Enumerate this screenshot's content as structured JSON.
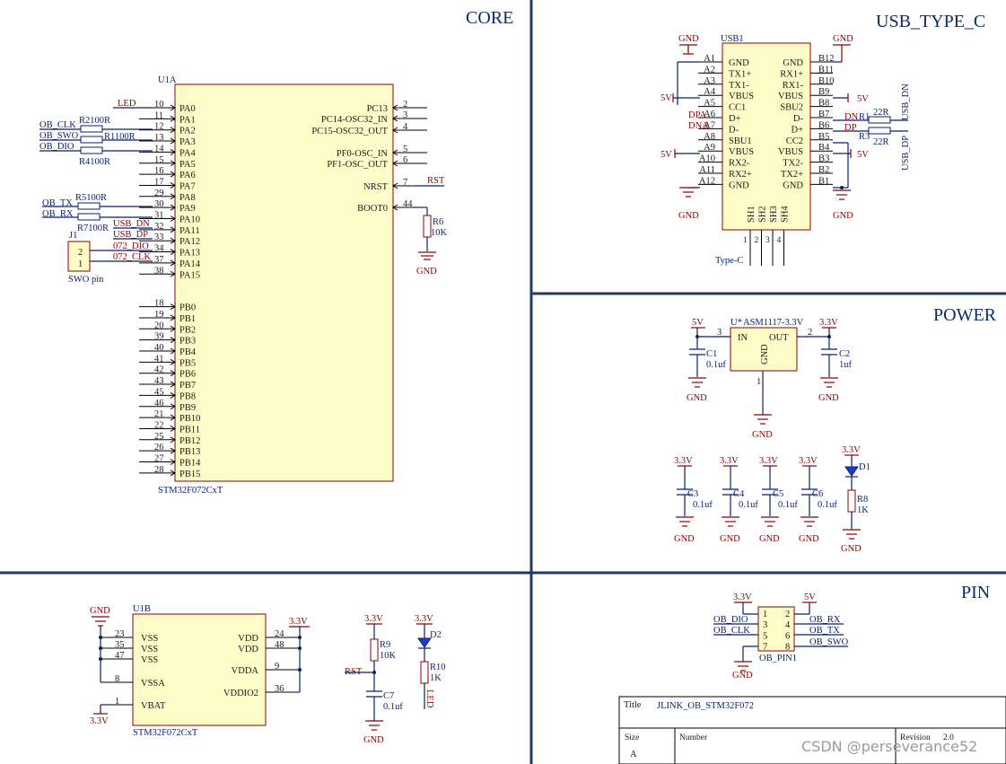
{
  "sections": {
    "core": "CORE",
    "usb": "USB_TYPE_C",
    "power": "POWER",
    "pin": "PIN"
  },
  "mcu_a": {
    "ref": "U1A",
    "part": "STM32F072CxT",
    "left_pins": [
      {
        "num": "10",
        "name": "PA0"
      },
      {
        "num": "11",
        "name": "PA1"
      },
      {
        "num": "12",
        "name": "PA2"
      },
      {
        "num": "13",
        "name": "PA3"
      },
      {
        "num": "14",
        "name": "PA4"
      },
      {
        "num": "15",
        "name": "PA5"
      },
      {
        "num": "16",
        "name": "PA6"
      },
      {
        "num": "17",
        "name": "PA7"
      },
      {
        "num": "29",
        "name": "PA8"
      },
      {
        "num": "30",
        "name": "PA9"
      },
      {
        "num": "31",
        "name": "PA10"
      },
      {
        "num": "32",
        "name": "PA11"
      },
      {
        "num": "33",
        "name": "PA12"
      },
      {
        "num": "34",
        "name": "PA13"
      },
      {
        "num": "37",
        "name": "PA14"
      },
      {
        "num": "38",
        "name": "PA15"
      },
      {
        "num": "18",
        "name": "PB0"
      },
      {
        "num": "19",
        "name": "PB1"
      },
      {
        "num": "20",
        "name": "PB2"
      },
      {
        "num": "39",
        "name": "PB3"
      },
      {
        "num": "40",
        "name": "PB4"
      },
      {
        "num": "41",
        "name": "PB5"
      },
      {
        "num": "42",
        "name": "PB6"
      },
      {
        "num": "43",
        "name": "PB7"
      },
      {
        "num": "45",
        "name": "PB8"
      },
      {
        "num": "46",
        "name": "PB9"
      },
      {
        "num": "21",
        "name": "PB10"
      },
      {
        "num": "22",
        "name": "PB11"
      },
      {
        "num": "25",
        "name": "PB12"
      },
      {
        "num": "26",
        "name": "PB13"
      },
      {
        "num": "27",
        "name": "PB14"
      },
      {
        "num": "28",
        "name": "PB15"
      }
    ],
    "right_pins": [
      {
        "num": "2",
        "name": "PC13"
      },
      {
        "num": "3",
        "name": "PC14-OSC32_IN"
      },
      {
        "num": "4",
        "name": "PC15-OSC32_OUT"
      },
      {
        "num": "5",
        "name": "PF0-OSC_IN"
      },
      {
        "num": "6",
        "name": "PF1-OSC_OUT"
      },
      {
        "num": "7",
        "name": "NRST"
      },
      {
        "num": "44",
        "name": "BOOT0"
      }
    ]
  },
  "core_nets": {
    "led": "LED",
    "ob_clk": "OB_CLK",
    "ob_swo": "OB_SWO",
    "ob_dio": "OB_DIO",
    "ob_tx": "OB_TX",
    "ob_rx": "OB_RX",
    "usb_dn": "USB_DN",
    "usb_dp": "USB_DP",
    "dio_072": "072_DIO",
    "clk_072": "072_CLK",
    "rst": "RST",
    "gnd": "GND"
  },
  "core_resistors": {
    "r2": "R2100R",
    "r1": "R1100R",
    "r4": "R4100R",
    "r5": "R5100R",
    "r7": "R7100R",
    "r6_ref": "R6",
    "r6_val": "10K"
  },
  "swo_header": {
    "ref": "J1",
    "pin2": "2",
    "pin1": "1",
    "label": "SWO pin"
  },
  "usb": {
    "ref": "USB1",
    "type": "Type-C",
    "left": [
      {
        "pin": "A1",
        "name": "GND"
      },
      {
        "pin": "A2",
        "name": "TX1+"
      },
      {
        "pin": "A3",
        "name": "TX1-"
      },
      {
        "pin": "A4",
        "name": "VBUS"
      },
      {
        "pin": "A5",
        "name": "CC1"
      },
      {
        "pin": "A6",
        "name": "D+"
      },
      {
        "pin": "A7",
        "name": "D-"
      },
      {
        "pin": "A8",
        "name": "SBU1"
      },
      {
        "pin": "A9",
        "name": "VBUS"
      },
      {
        "pin": "A10",
        "name": "RX2-"
      },
      {
        "pin": "A11",
        "name": "RX2+"
      },
      {
        "pin": "A12",
        "name": "GND"
      }
    ],
    "right": [
      {
        "pin": "B12",
        "name": "GND"
      },
      {
        "pin": "B11",
        "name": "RX1+"
      },
      {
        "pin": "B10",
        "name": "RX1-"
      },
      {
        "pin": "B9",
        "name": "VBUS"
      },
      {
        "pin": "B8",
        "name": "SBU2"
      },
      {
        "pin": "B7",
        "name": "D-"
      },
      {
        "pin": "B6",
        "name": "D+"
      },
      {
        "pin": "B5",
        "name": "CC2"
      },
      {
        "pin": "B4",
        "name": "VBUS"
      },
      {
        "pin": "B3",
        "name": "TX2-"
      },
      {
        "pin": "B2",
        "name": "TX2+"
      },
      {
        "pin": "B1",
        "name": "GND"
      }
    ],
    "shields": [
      "SH1",
      "SH2",
      "SH3",
      "SH4"
    ],
    "shield_nums": [
      "1",
      "2",
      "3",
      "4"
    ],
    "net_dpa": "DPA",
    "net_dna": "DNA",
    "net_dn": "DN",
    "net_dp": "DP",
    "r1": "R1",
    "r1_val": "22R",
    "r3": "R3",
    "r3_val": "22R",
    "usb_dn": "USB_DN",
    "usb_dp": "USB_DP",
    "v5": "5V",
    "gnd": "GND"
  },
  "power": {
    "reg_ref": "U*",
    "reg_part": "ASM1117-3.3V",
    "in": "IN",
    "out": "OUT",
    "gnd_pin": "GND",
    "pin3": "3",
    "pin2": "2",
    "pin1": "1",
    "v5": "5V",
    "v33": "3.3V",
    "gnd": "GND",
    "c1": "C1",
    "c1_val": "0.1uf",
    "c2": "C2",
    "c2_val": "1uf",
    "decoupling": [
      {
        "ref": "C3",
        "val": "0.1uf"
      },
      {
        "ref": "C4",
        "val": "0.1uf"
      },
      {
        "ref": "C5",
        "val": "0.1uf"
      },
      {
        "ref": "C6",
        "val": "0.1uf"
      }
    ],
    "d1": "D1",
    "r8": "R8",
    "r8_val": "1K"
  },
  "mcu_b": {
    "ref": "U1B",
    "part": "STM32F072CxT",
    "left": [
      {
        "num": "23",
        "name": "VSS"
      },
      {
        "num": "35",
        "name": "VSS"
      },
      {
        "num": "47",
        "name": "VSS"
      },
      {
        "num": "8",
        "name": "VSSA"
      },
      {
        "num": "1",
        "name": "VBAT"
      }
    ],
    "right": [
      {
        "num": "24",
        "name": "VDD"
      },
      {
        "num": "48",
        "name": "VDD"
      },
      {
        "num": "9",
        "name": "VDDA"
      },
      {
        "num": "36",
        "name": "VDDIO2"
      }
    ],
    "gnd": "GND",
    "v33": "3.3V"
  },
  "reset": {
    "v33": "3.3V",
    "r9": "R9",
    "r9_val": "10K",
    "rst": "RST",
    "c7": "C7",
    "c7_val": "0.1uf",
    "gnd": "GND"
  },
  "led2": {
    "v33": "3.3V",
    "d2": "D2",
    "r10": "R10",
    "r10_val": "1K",
    "led": "LED"
  },
  "ob_header": {
    "ref": "OB_PIN1",
    "v33": "3.3V",
    "v5": "5V",
    "gnd": "GND",
    "left_nums": [
      "1",
      "3",
      "5",
      "7"
    ],
    "right_nums": [
      "2",
      "4",
      "6",
      "8"
    ],
    "ob_dio": "OB_DIO",
    "ob_clk": "OB_CLK",
    "ob_rx": "OB_RX",
    "ob_tx": "OB_TX",
    "ob_swo": "OB_SWO"
  },
  "title_block": {
    "title_label": "Title",
    "title": "JLINK_OB_STM32F072",
    "size_label": "Size",
    "size": "A",
    "number_label": "Number",
    "revision_label": "Revision",
    "revision": "2.0"
  },
  "watermark": "CSDN @perseverance52"
}
